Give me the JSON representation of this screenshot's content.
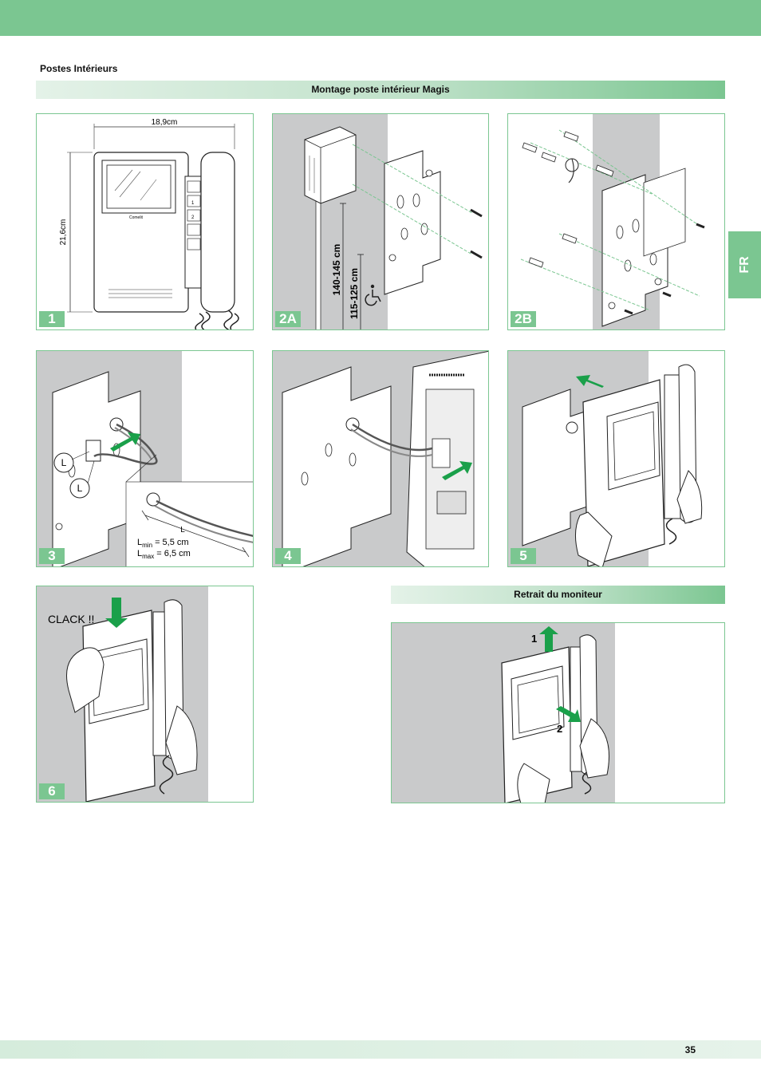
{
  "header": {
    "section": "Postes Intérieurs"
  },
  "bands": {
    "mounting": "Montage poste intérieur Magis",
    "removal": "Retrait du moniteur"
  },
  "side_tab": "FR",
  "panels": {
    "p1": {
      "num": "1",
      "width_label": "18,9cm",
      "height_label": "21,6cm",
      "brand": "Comelit",
      "key1": "1",
      "key2": "2"
    },
    "p2a": {
      "num": "2A",
      "h1": "140-145 cm",
      "h2": "115-125 cm"
    },
    "p2b": {
      "num": "2B"
    },
    "p3": {
      "num": "3",
      "l_label": "L",
      "l_small": "L",
      "lmin_label": "L",
      "lmin_sub": "min",
      "lmin_value": " = 5,5 cm",
      "lmax_label": "L",
      "lmax_sub": "max",
      "lmax_value": " = 6,5 cm"
    },
    "p4": {
      "num": "4"
    },
    "p5": {
      "num": "5"
    },
    "p6": {
      "num": "6",
      "clack": "CLACK !!"
    },
    "removal": {
      "step1": "1",
      "step2": "2"
    }
  },
  "footer": {
    "page": "35"
  },
  "colors": {
    "accent": "#7bc691",
    "wall": "#c9cacb"
  }
}
